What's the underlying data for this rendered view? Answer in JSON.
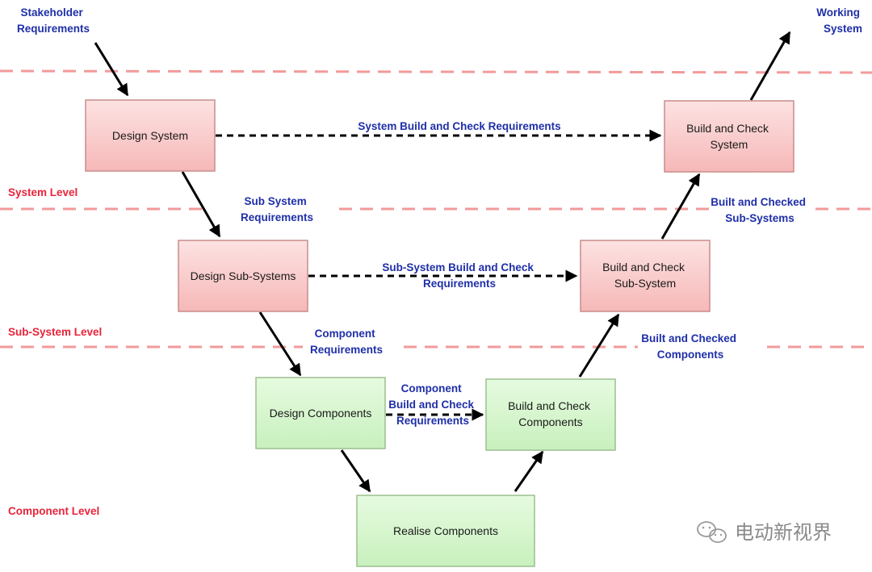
{
  "top_labels": {
    "stakeholder": [
      "Stakeholder",
      "Requirements"
    ],
    "working": [
      "Working",
      "System"
    ]
  },
  "boxes": {
    "design_system": [
      "Design System"
    ],
    "design_subsystems": [
      "Design Sub-Systems"
    ],
    "design_components": [
      "Design Components"
    ],
    "realise_components": [
      "Realise Components"
    ],
    "build_components": [
      "Build and Check",
      "Components"
    ],
    "build_subsystem": [
      "Build and Check",
      "Sub-System"
    ],
    "build_system": [
      "Build and Check",
      "System"
    ]
  },
  "flow_labels": {
    "sys_build_req": [
      "System Build and Check Requirements"
    ],
    "sub_system_req": [
      "Sub System",
      "Requirements"
    ],
    "subsys_build_req": [
      "Sub-System Build and Check",
      "Requirements"
    ],
    "component_req": [
      "Component",
      "Requirements"
    ],
    "comp_build_req": [
      "Component",
      "Build and Check",
      "Requirements"
    ],
    "built_subsystems": [
      "Built and Checked",
      "Sub-Systems"
    ],
    "built_components": [
      "Built and Checked",
      "Components"
    ]
  },
  "levels": {
    "system": "System Level",
    "subsystem": "Sub-System Level",
    "component": "Component Level"
  },
  "watermark": "电动新视界",
  "colors": {
    "design_fill": "#f9c9c9",
    "design_border": "#c98c8c",
    "component_fill": "#d4f5cc",
    "component_border": "#9bbf8f",
    "level_line": "#f08a8a",
    "label_blue": "#1f2fa8",
    "label_red": "#e8243a"
  }
}
